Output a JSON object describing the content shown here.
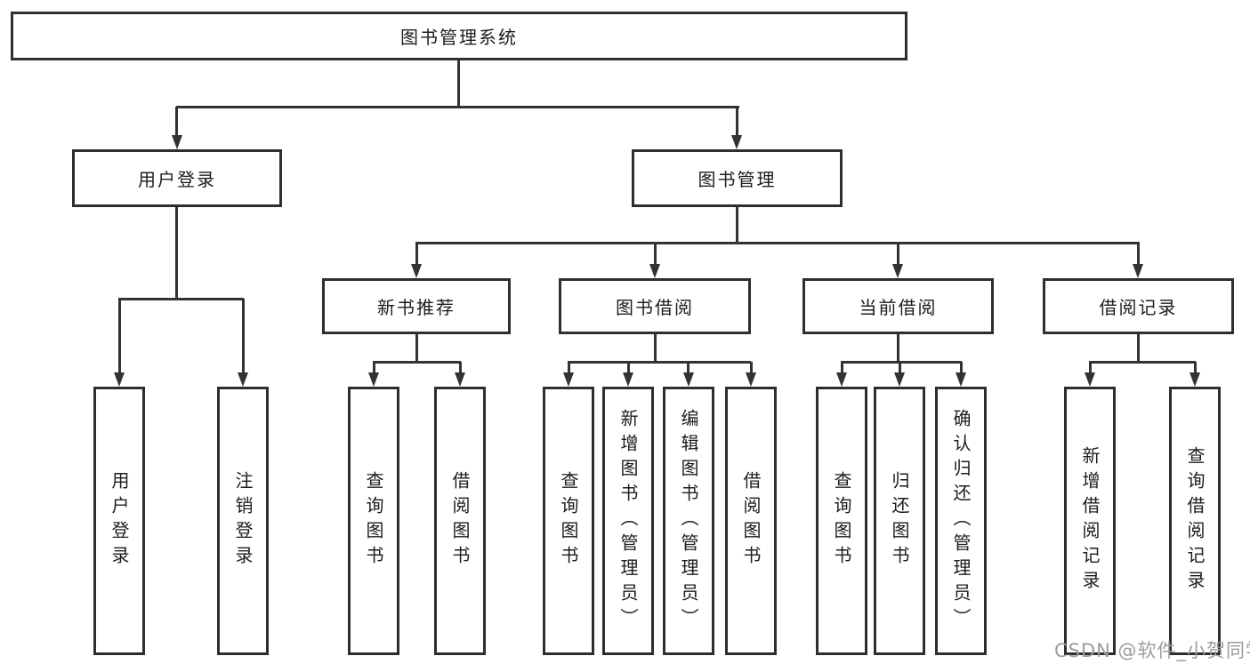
{
  "diagram": {
    "root": "图书管理系统",
    "user_login": {
      "label": "用户登录",
      "children": [
        "用户登录",
        "注销登录"
      ]
    },
    "book_management": {
      "label": "图书管理",
      "modules": [
        {
          "label": "新书推荐",
          "children": [
            "查询图书",
            "借阅图书"
          ]
        },
        {
          "label": "图书借阅",
          "children": [
            "查询图书",
            "新增图书（管理员）",
            "编辑图书（管理员）",
            "借阅图书"
          ]
        },
        {
          "label": "当前借阅",
          "children": [
            "查询图书",
            "归还图书",
            "确认归还（管理员）"
          ]
        },
        {
          "label": "借阅记录",
          "children": [
            "新增借阅记录",
            "查询借阅记录"
          ]
        }
      ]
    }
  },
  "watermark": "CSDN @软件_小贺同学",
  "colors": {
    "line": "#333333",
    "border": "#2e2e2e",
    "text": "#1c1c1c",
    "watermark": "#9c9c9c",
    "background": "#ffffff"
  }
}
